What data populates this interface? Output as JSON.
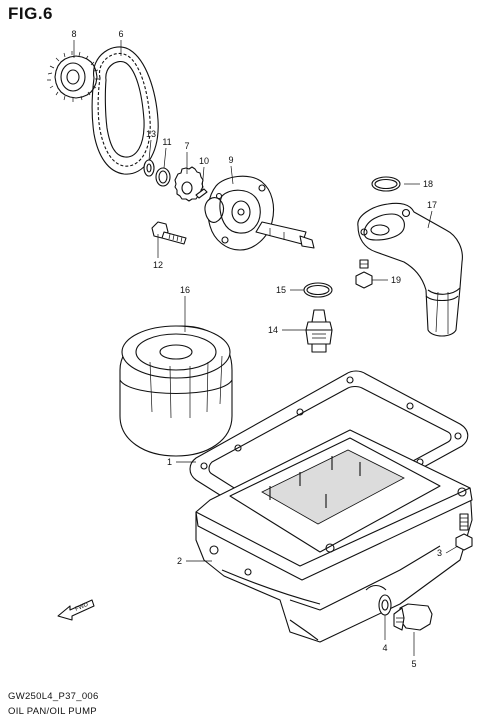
{
  "figure": {
    "title": "FIG.6",
    "code": "GW250L4_P37_006",
    "description": "OIL PAN/OIL PUMP",
    "fwd_label": "FWD"
  },
  "callouts": [
    {
      "id": "c1",
      "label": "1"
    },
    {
      "id": "c2",
      "label": "2"
    },
    {
      "id": "c3",
      "label": "3"
    },
    {
      "id": "c4",
      "label": "4"
    },
    {
      "id": "c5",
      "label": "5"
    },
    {
      "id": "c6",
      "label": "6"
    },
    {
      "id": "c7",
      "label": "7"
    },
    {
      "id": "c8",
      "label": "8"
    },
    {
      "id": "c9",
      "label": "9"
    },
    {
      "id": "c10",
      "label": "10"
    },
    {
      "id": "c11",
      "label": "11"
    },
    {
      "id": "c12",
      "label": "12"
    },
    {
      "id": "c13",
      "label": "13"
    },
    {
      "id": "c14",
      "label": "14"
    },
    {
      "id": "c15",
      "label": "15"
    },
    {
      "id": "c16",
      "label": "16"
    },
    {
      "id": "c17",
      "label": "17"
    },
    {
      "id": "c18",
      "label": "18"
    },
    {
      "id": "c19",
      "label": "19"
    }
  ]
}
